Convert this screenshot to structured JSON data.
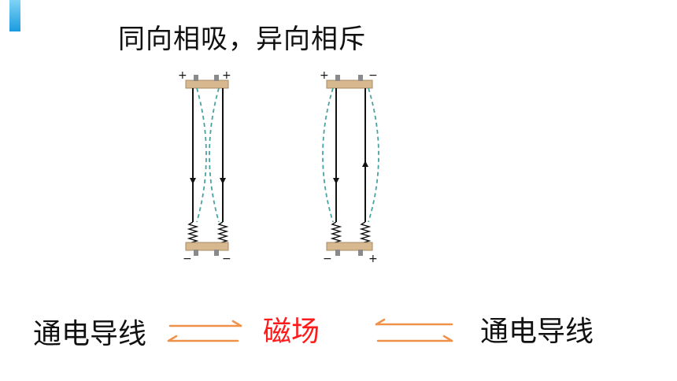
{
  "title": "同向相吸，异向相斥",
  "diagram_left": {
    "top_terminal_left": "+",
    "top_terminal_right": "+",
    "bottom_terminal_left": "−",
    "bottom_terminal_right": "−"
  },
  "diagram_right": {
    "top_terminal_left": "+",
    "top_terminal_right": "−",
    "bottom_terminal_left": "−",
    "bottom_terminal_right": "+"
  },
  "relation": {
    "left_label": "通电导线",
    "center_label": "磁场",
    "right_label": "通电导线"
  },
  "colors": {
    "accent": "#1a9be0",
    "clamp": "#d7b88f",
    "field_line": "#4aa3a3",
    "arrow": "#f0914a",
    "center_text": "#ff1a1a"
  }
}
